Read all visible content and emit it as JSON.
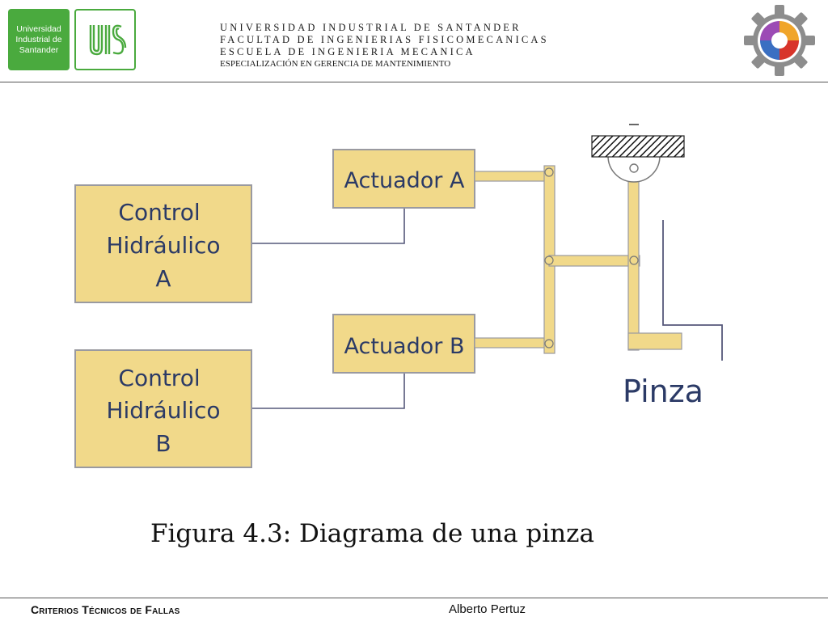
{
  "header": {
    "logo_text": [
      "Universidad",
      "Industrial de",
      "Santander"
    ],
    "line1": "UNIVERSIDAD INDUSTRIAL DE SANTANDER",
    "line2": "FACULTAD DE INGENIERIAS FISICOMECANICAS",
    "line3": "ESCUELA DE INGENIERIA MECANICA",
    "line4": "ESPECIALIZACIÓN EN GERENCIA DE MANTENIMIENTO"
  },
  "diagram": {
    "control_a": [
      "Control",
      "Hidráulico",
      "A"
    ],
    "control_b": [
      "Control",
      "Hidráulico",
      "B"
    ],
    "actuator_a": "Actuador A",
    "actuator_b": "Actuador B",
    "gripper_label": "Pinza",
    "box_fill": "#f1d98a",
    "box_border": "#9a9aa0",
    "text_color": "#2b3a66"
  },
  "caption": "Figura 4.3: Diagrama de una pinza",
  "footer": {
    "left": "Criterios Técnicos de Fallas",
    "right": "Alberto Pertuz"
  }
}
